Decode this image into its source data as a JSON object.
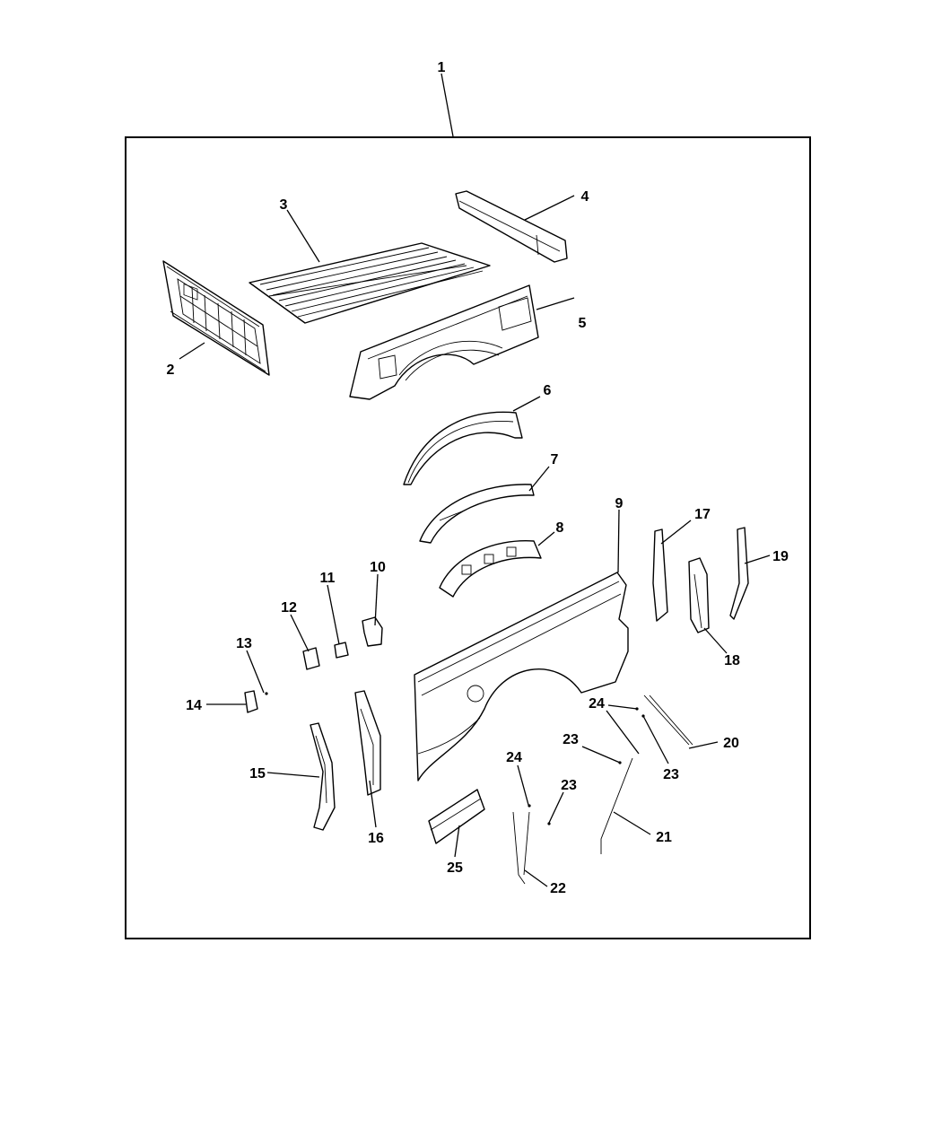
{
  "diagram": {
    "callouts": [
      {
        "id": "callout-1",
        "text": "1"
      },
      {
        "id": "callout-2",
        "text": "2"
      },
      {
        "id": "callout-3",
        "text": "3"
      },
      {
        "id": "callout-4",
        "text": "4"
      },
      {
        "id": "callout-5",
        "text": "5"
      },
      {
        "id": "callout-6",
        "text": "6"
      },
      {
        "id": "callout-7",
        "text": "7"
      },
      {
        "id": "callout-8",
        "text": "8"
      },
      {
        "id": "callout-9",
        "text": "9"
      },
      {
        "id": "callout-10",
        "text": "10"
      },
      {
        "id": "callout-11",
        "text": "11"
      },
      {
        "id": "callout-12",
        "text": "12"
      },
      {
        "id": "callout-13",
        "text": "13"
      },
      {
        "id": "callout-14",
        "text": "14"
      },
      {
        "id": "callout-15",
        "text": "15"
      },
      {
        "id": "callout-16",
        "text": "16"
      },
      {
        "id": "callout-17",
        "text": "17"
      },
      {
        "id": "callout-18",
        "text": "18"
      },
      {
        "id": "callout-19",
        "text": "19"
      },
      {
        "id": "callout-20",
        "text": "20"
      },
      {
        "id": "callout-21",
        "text": "21"
      },
      {
        "id": "callout-22",
        "text": "22"
      },
      {
        "id": "callout-23a",
        "text": "23"
      },
      {
        "id": "callout-23b",
        "text": "23"
      },
      {
        "id": "callout-23c",
        "text": "23"
      },
      {
        "id": "callout-24a",
        "text": "24"
      },
      {
        "id": "callout-24b",
        "text": "24"
      },
      {
        "id": "callout-25",
        "text": "25"
      }
    ]
  }
}
